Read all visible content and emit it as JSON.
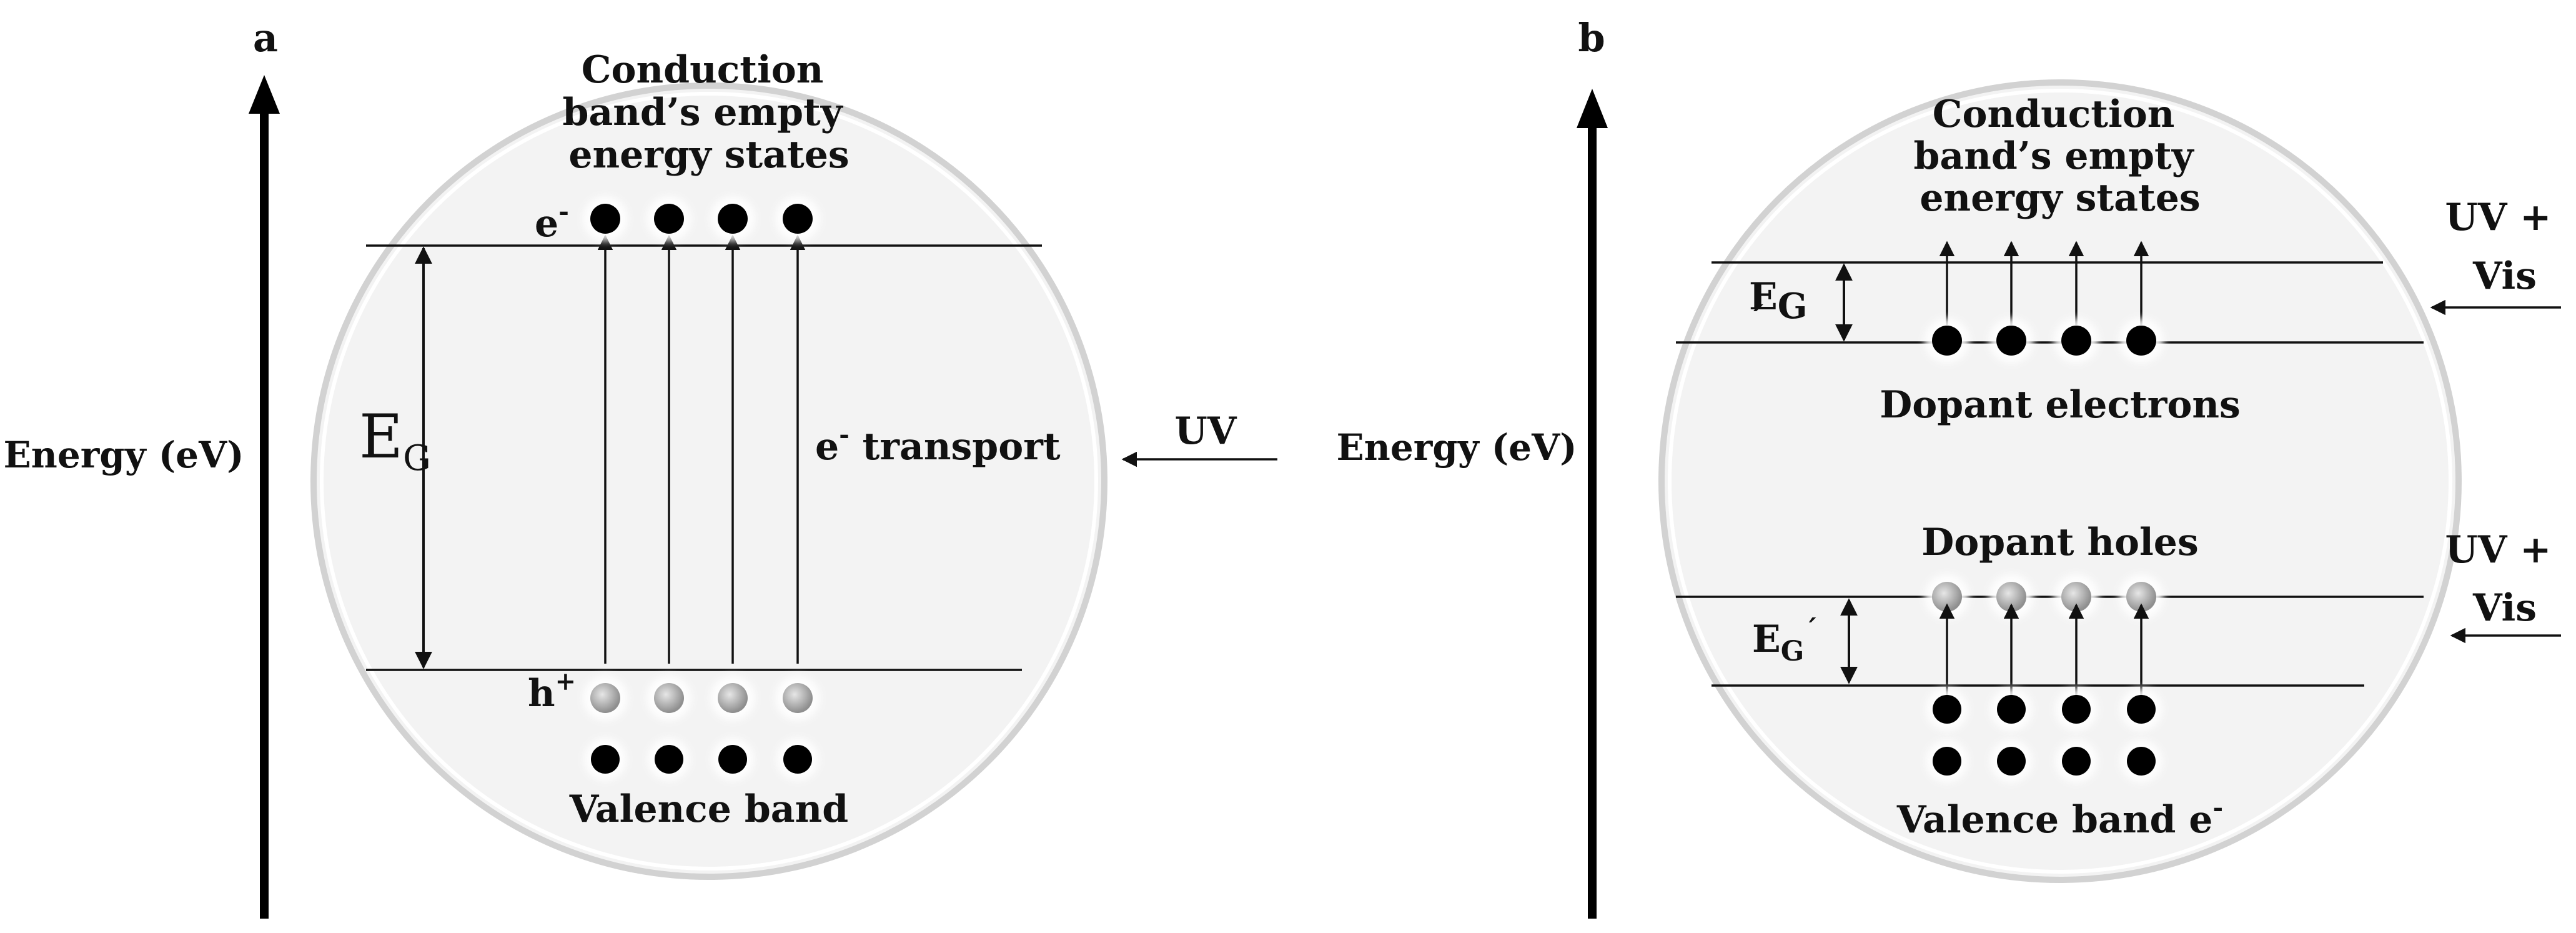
{
  "panel_a": {
    "letter": "a",
    "axis_label": "Energy (eV)",
    "conduction_label": [
      "Conduction",
      "band’s empty",
      "energy states"
    ],
    "electron_symbol": "e",
    "electron_superscript": "-",
    "hole_symbol": "h",
    "hole_superscript": "+",
    "gap_label": "E",
    "gap_subscript": "G",
    "transport_label_e": "e",
    "transport_label_super": "-",
    "transport_label_rest": " transport",
    "light_label": "UV",
    "valence_label": "Valence band"
  },
  "panel_b": {
    "letter": "b",
    "axis_label": "Energy (eV)",
    "conduction_label": [
      "Conduction",
      "band’s empty",
      "energy states"
    ],
    "upper_gap_label": "E",
    "upper_gap_subscript": "G",
    "upper_gap_prime": "´",
    "dopant_electrons_label": "Dopant electrons",
    "dopant_holes_label": "Dopant holes",
    "lower_gap_label": "E",
    "lower_gap_subscript": "G",
    "lower_gap_prime": "´",
    "light_label_top": [
      "UV +",
      "Vis"
    ],
    "light_label_bottom": [
      "UV +",
      "Vis"
    ],
    "valence_label": "Valence band e",
    "valence_label_super": "-"
  },
  "colors": {
    "circle_fill": "#f3f3f3",
    "circle_stroke": "#cfcfcf",
    "electron": "#000000",
    "hole": "#a8a8a8",
    "line": "#111111"
  }
}
